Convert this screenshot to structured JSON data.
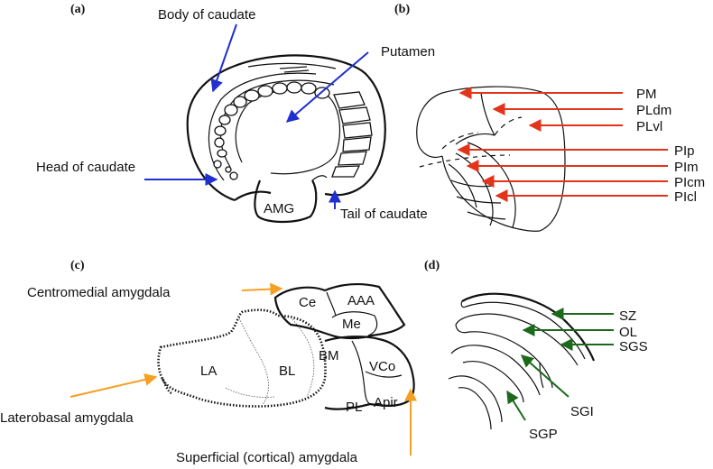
{
  "colors": {
    "blue_arrow": "#1f2fd0",
    "red_arrow": "#e2341b",
    "orange_arrow": "#f5a023",
    "green_arrow": "#1b6a1b",
    "line": "#111111"
  },
  "panels": {
    "a": {
      "label": "(a)",
      "labels": {
        "body_of_caudate": "Body of caudate",
        "putamen": "Putamen",
        "head_of_caudate": "Head of caudate",
        "amg": "AMG",
        "tail_of_caudate": "Tail of caudate"
      }
    },
    "b": {
      "label": "(b)",
      "labels": [
        "PM",
        "PLdm",
        "PLvl",
        "PIp",
        "PIm",
        "PIcm",
        "PIcl"
      ]
    },
    "c": {
      "label": "(c)",
      "labels": {
        "centromedial": "Centromedial amygdala",
        "laterobasal": "Laterobasal amygdala",
        "superficial": "Superficial (cortical) amygdala",
        "ce": "Ce",
        "aaa": "AAA",
        "me": "Me",
        "la": "LA",
        "bl": "BL",
        "bm": "BM",
        "vco": "VCo",
        "pl": "PL",
        "apir": "Apir"
      }
    },
    "d": {
      "label": "(d)",
      "labels": {
        "sz": "SZ",
        "ol": "OL",
        "sgs": "SGS",
        "sgi": "SGI",
        "sgp": "SGP"
      }
    }
  }
}
